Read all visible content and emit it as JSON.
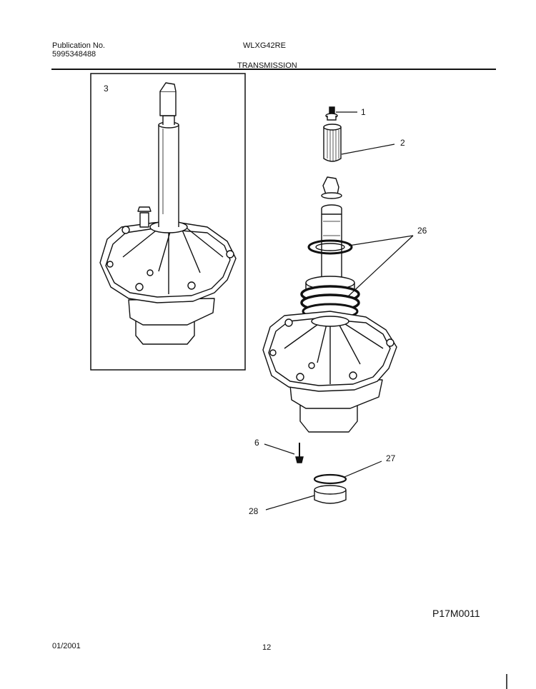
{
  "header": {
    "publication_label": "Publication No.",
    "publication_number": "5995348488",
    "model": "WLXG42RE",
    "section_title": "TRANSMISSION"
  },
  "callouts": {
    "part_1": "1",
    "part_2": "2",
    "part_3": "3",
    "part_6": "6",
    "part_26": "26",
    "part_27": "27",
    "part_28": "28"
  },
  "footer": {
    "date": "01/2001",
    "page_number": "12",
    "drawing_code": "P17M0011"
  }
}
